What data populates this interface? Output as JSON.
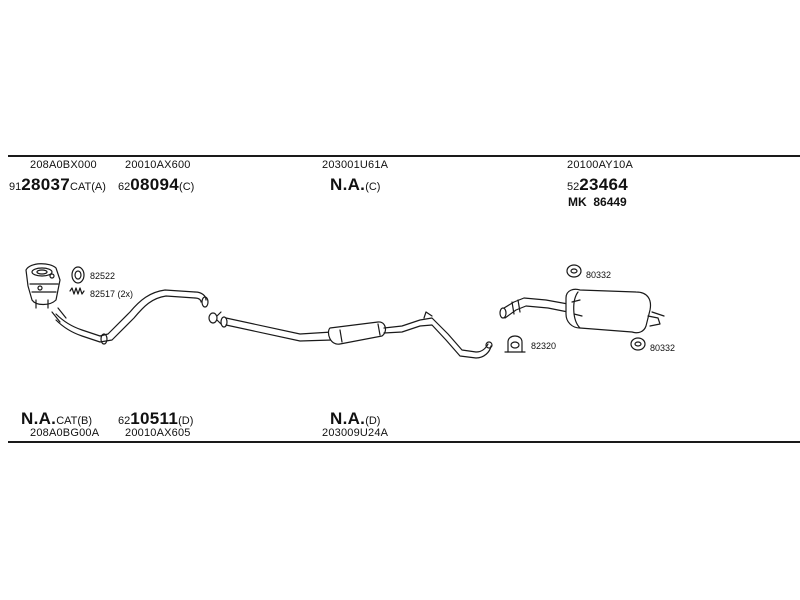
{
  "top_row": [
    {
      "code": "208A0BX000",
      "prefix": "91",
      "number": "28037",
      "suffix": "CAT(A)"
    },
    {
      "code": "20010AX600",
      "prefix": "62",
      "number": "08094",
      "suffix": "(C)"
    },
    {
      "code": "203001U61A",
      "prefix": "",
      "number": "N.A.",
      "suffix": "(C)"
    },
    {
      "code": "20100AY10A",
      "prefix": "52",
      "number": "23464",
      "suffix": "",
      "mk_label": "MK",
      "mk_value": "86449"
    }
  ],
  "bottom_row": [
    {
      "code": "208A0BG00A",
      "prefix": "",
      "number": "N.A.",
      "suffix": "CAT(B)"
    },
    {
      "code": "20010AX605",
      "prefix": "62",
      "number": "10511",
      "suffix": "(D)"
    },
    {
      "code": "203009U24A",
      "prefix": "",
      "number": "N.A.",
      "suffix": "(D)"
    }
  ],
  "accessories": {
    "a1": "82522",
    "a2": "82517 (2x)",
    "a3": "80332",
    "a4": "82320",
    "a5": "80332"
  },
  "colors": {
    "line": "#1a1a1a",
    "fill": "#ffffff"
  }
}
